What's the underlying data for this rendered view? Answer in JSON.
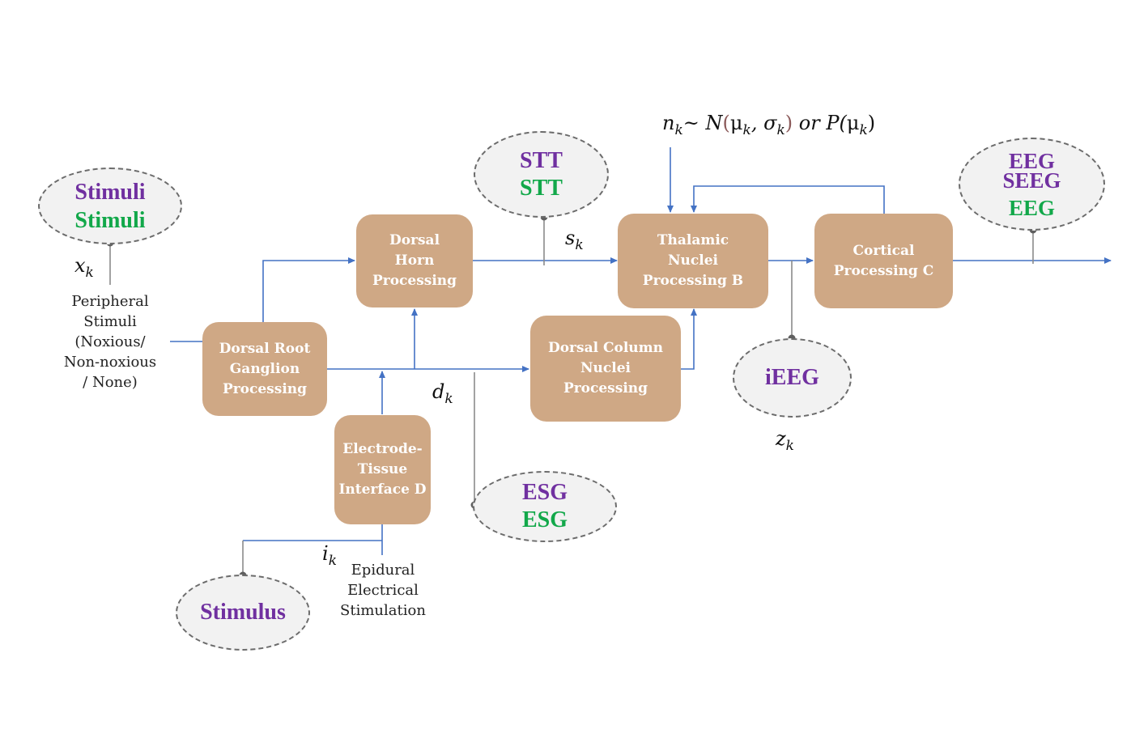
{
  "title": "Pain pathway processing model with recording modalities",
  "colors": {
    "block_fill": "#cfa885",
    "block_text": "#ffffff",
    "ellipse_fill": "#f2f2f2",
    "ellipse_border": "#6b6b6b",
    "arrow_blue": "#4472c4",
    "probe_gray": "#8a8a8a",
    "modality_purple": "#7030a0",
    "modality_green": "#12a84a"
  },
  "blocks": {
    "drg": "Dorsal Root\nGanglion\nProcessing",
    "dorsal_horn": "Dorsal\nHorn\nProcessing",
    "thalamic": "Thalamic\nNuclei\nProcessing B",
    "cortical": "Cortical\nProcessing C",
    "dorsal_column": "Dorsal Column\nNuclei\nProcessing",
    "electrode": "Electrode-\nTissue\nInterface D"
  },
  "ellipses": {
    "stimuli": {
      "purple": "Stimuli",
      "green": "Stimuli"
    },
    "stt": {
      "purple": "STT",
      "green": "STT"
    },
    "eeg": {
      "purple_1": "EEG",
      "purple_2": "SEEG",
      "green": "EEG"
    },
    "ieeg": {
      "purple": "iEEG"
    },
    "esg": {
      "purple": "ESG",
      "green": "ESG"
    },
    "stimulus": {
      "purple": "Stimulus"
    }
  },
  "labels": {
    "peripheral": "Peripheral\nStimuli\n(Noxious/\nNon-noxious\n/ None)",
    "epidural": "Epidural\nElectrical\nStimulation"
  },
  "signals": {
    "x": {
      "base": "x",
      "sub": "k"
    },
    "s": {
      "base": "s",
      "sub": "k"
    },
    "d": {
      "base": "d",
      "sub": "k"
    },
    "z": {
      "base": "z",
      "sub": "k"
    },
    "i": {
      "base": "i",
      "sub": "k"
    },
    "noise": {
      "n": "n",
      "n_sub": "k",
      "tilde": "~ N",
      "open": "(",
      "mu": "μ",
      "mu_sub": "k",
      "comma": ", σ",
      "sigma_sub": "k",
      "close": ")",
      "or": " or P(",
      "mu2": "μ",
      "mu2_sub": "k",
      "close2": ")"
    }
  }
}
